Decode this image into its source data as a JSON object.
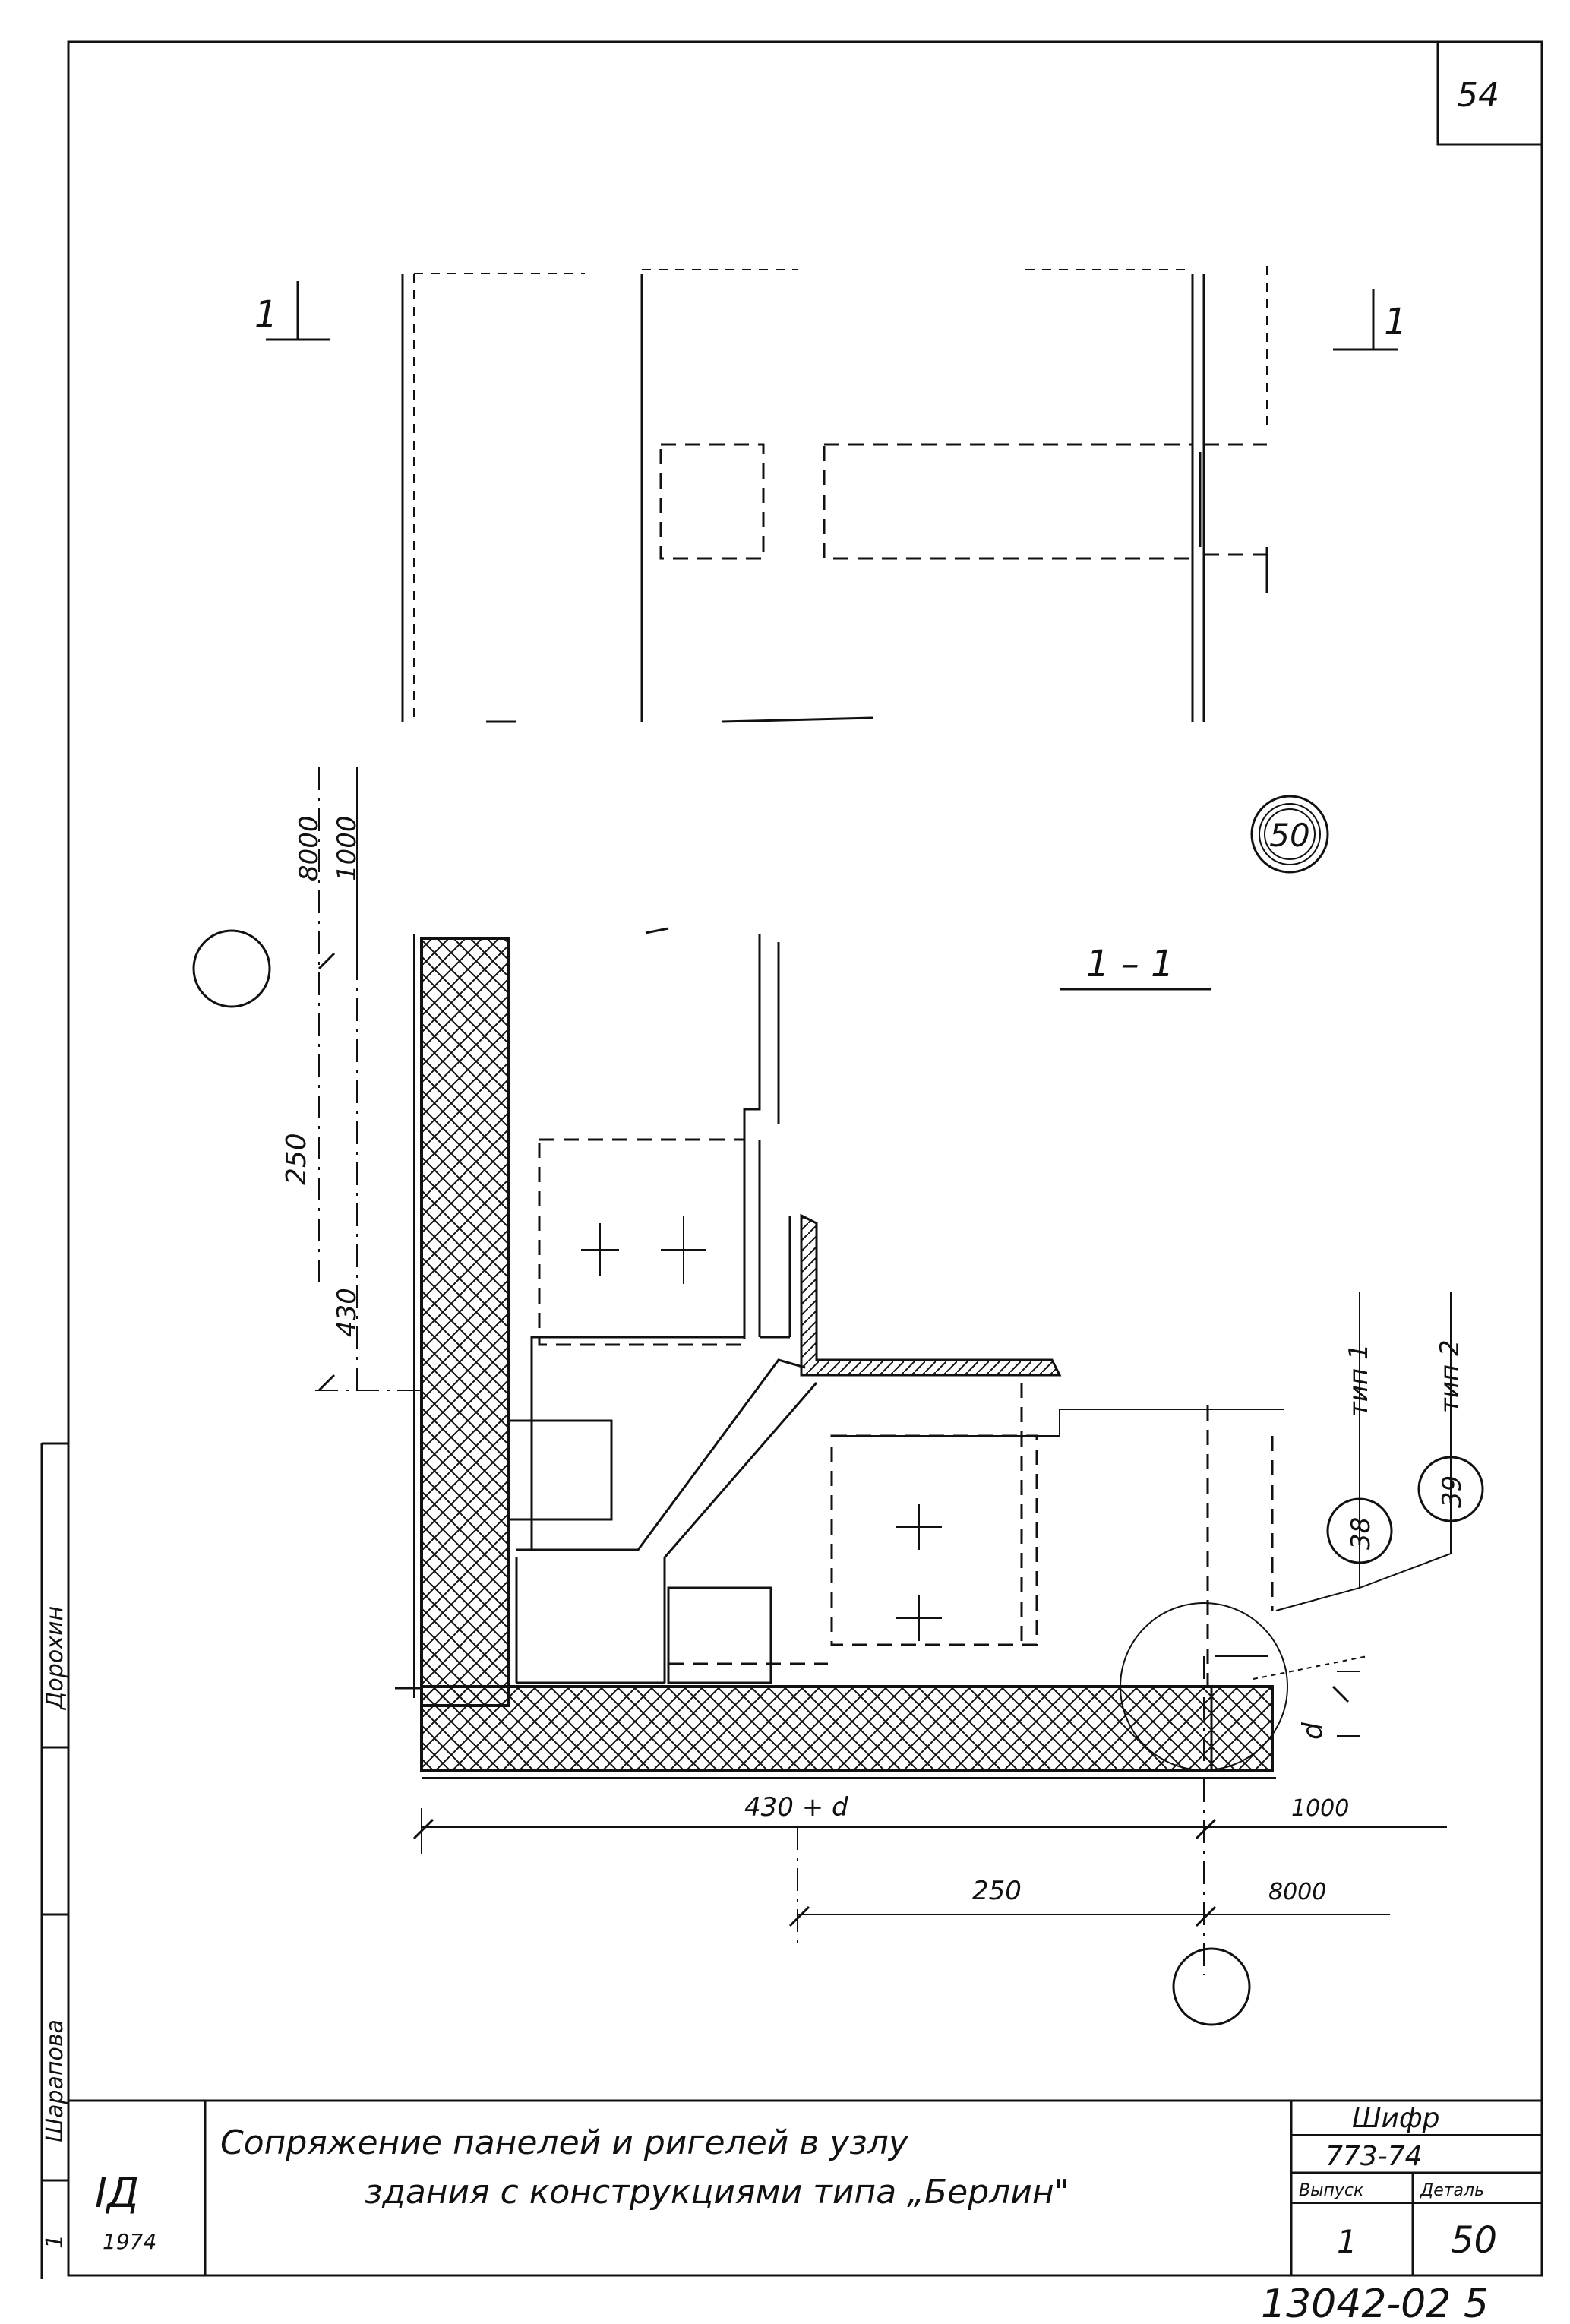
{
  "sheet": {
    "sheet_number": "54",
    "bottom_code": "13042-02 5"
  },
  "section_marks": {
    "left": "1",
    "right": "1",
    "section_title": "1 – 1",
    "detail_ref": "50"
  },
  "dimensions": {
    "vertical_top": "8000",
    "vertical_top2": "1000",
    "vertical_250": "250",
    "vertical_430": "430",
    "horizontal_430d": "430 + d",
    "horizontal_1000": "1000",
    "horizontal_250": "250",
    "horizontal_8000": "8000",
    "gap_d": "d"
  },
  "callouts": {
    "type1_label": "тип 1",
    "type2_label": "тип 2",
    "type1_number": "38",
    "type2_number": "39"
  },
  "side_stamp": {
    "entry1": "Дорохин",
    "entry2": "Шарапова",
    "entry3": "1"
  },
  "title_block": {
    "title_line1": "Сопряжение панелей и ригелей в узлу",
    "title_line2": "здания с конструкциями типа „Берлин\"",
    "cipher_label": "Шифр",
    "cipher_value": "773-74",
    "issue_label": "Выпуск",
    "issue_value": "1",
    "detail_label": "Деталь",
    "detail_value": "50",
    "logo_letters": "IД",
    "year": "1974"
  }
}
